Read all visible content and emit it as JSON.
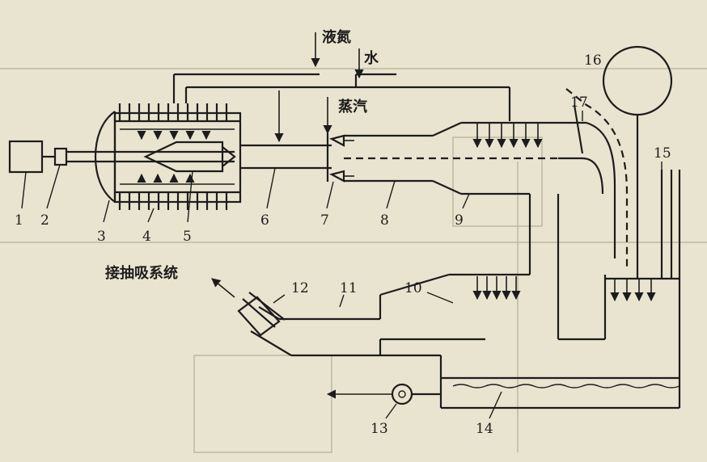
{
  "labels": {
    "liquid_nitrogen": "液氮",
    "water": "水",
    "steam": "蒸汽",
    "to_suction": "接抽吸系统"
  },
  "part_numbers": [
    "1",
    "2",
    "3",
    "4",
    "5",
    "6",
    "7",
    "8",
    "9",
    "10",
    "11",
    "12",
    "13",
    "14",
    "15",
    "16",
    "17"
  ]
}
